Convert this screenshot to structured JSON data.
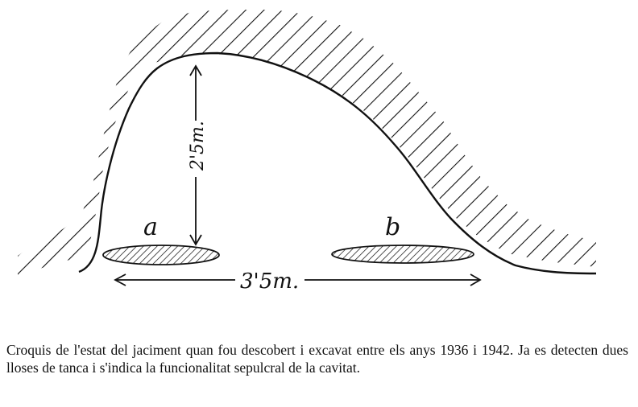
{
  "sketch": {
    "labels": {
      "slab_a": "a",
      "slab_b": "b",
      "height": "2'5m.",
      "width": "3'5m."
    }
  },
  "caption": {
    "text": "Croquis de l'estat del jaciment quan fou descobert i excavat entre els anys 1936 i 1942. Ja es detecten dues lloses de tanca i s'indica la funcionalitat sepulcral de la cavitat."
  }
}
